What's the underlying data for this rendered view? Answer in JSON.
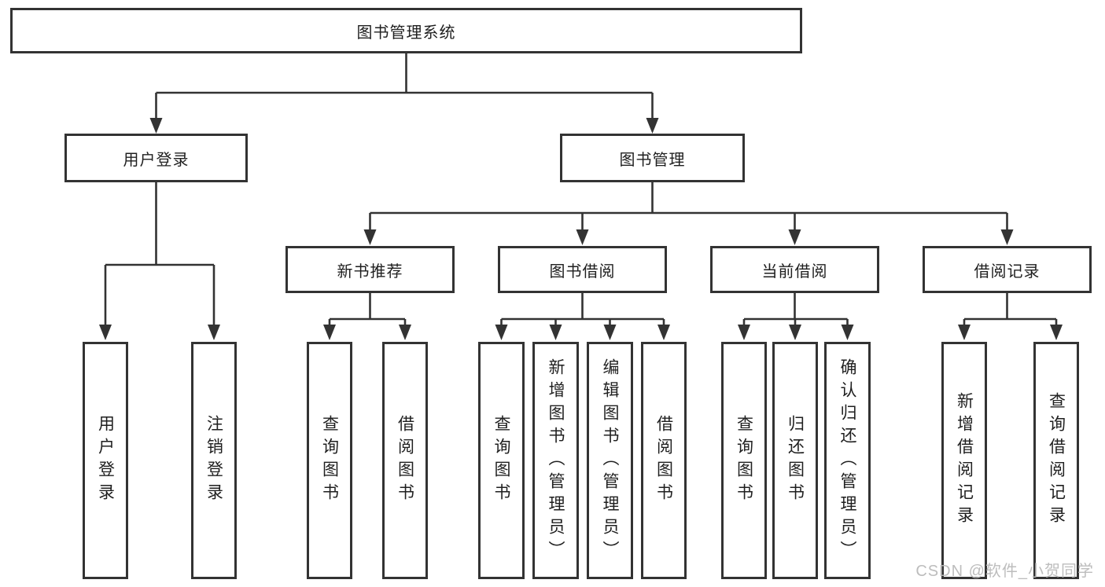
{
  "diagram": {
    "root": "图书管理系统",
    "children": [
      {
        "label": "用户登录",
        "children": [
          {
            "label": "用户登录"
          },
          {
            "label": "注销登录"
          }
        ]
      },
      {
        "label": "图书管理",
        "children": [
          {
            "label": "新书推荐",
            "children": [
              {
                "label": "查询图书"
              },
              {
                "label": "借阅图书"
              }
            ]
          },
          {
            "label": "图书借阅",
            "children": [
              {
                "label": "查询图书"
              },
              {
                "label": "新增图书（管理员）"
              },
              {
                "label": "编辑图书（管理员）"
              },
              {
                "label": "借阅图书"
              }
            ]
          },
          {
            "label": "当前借阅",
            "children": [
              {
                "label": "查询图书"
              },
              {
                "label": "归还图书"
              },
              {
                "label": "确认归还（管理员）"
              }
            ]
          },
          {
            "label": "借阅记录",
            "children": [
              {
                "label": "新增借阅记录"
              },
              {
                "label": "查询借阅记录"
              }
            ]
          }
        ]
      }
    ]
  },
  "watermark": {
    "text": "CSDN @软件_小贺同学"
  },
  "colors": {
    "line": "#333333",
    "box_border": "#333333",
    "box_fill": "#ffffff",
    "text": "#1f1f1f",
    "watermark": "#b9b9b9",
    "background": "#ffffff"
  }
}
